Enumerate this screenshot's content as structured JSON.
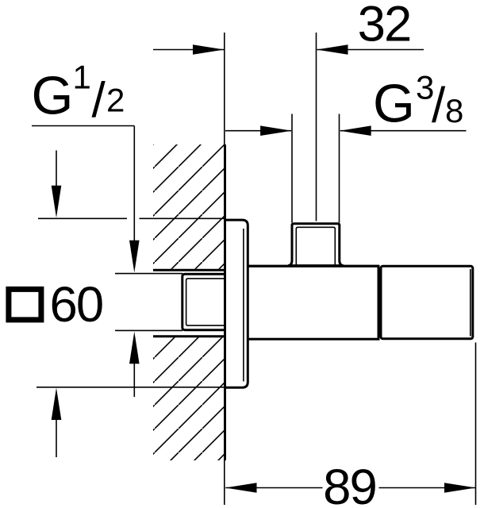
{
  "title": "Angle valve wall installation dimension drawing",
  "colors": {
    "background": "#ffffff",
    "ink": "#000000"
  },
  "labels": {
    "dim_offset_top": "32",
    "thread_top_prefix": "G",
    "thread_top_numerator": "3",
    "thread_top_slash": "/",
    "thread_top_denominator": "8",
    "thread_wall_prefix": "G",
    "thread_wall_numerator": "1",
    "thread_wall_slash": "/",
    "thread_wall_denominator": "2",
    "square_symbol": "□",
    "dim_escutcheon": "60",
    "dim_depth": "89"
  }
}
